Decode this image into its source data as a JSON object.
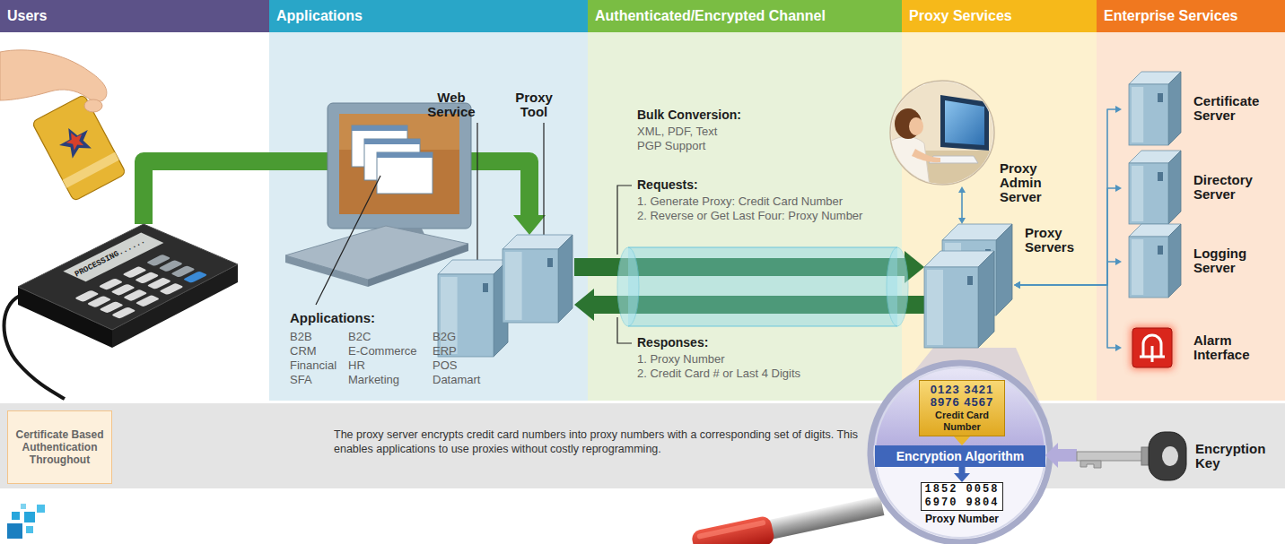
{
  "diagram": {
    "nodes": [
      {
        "text": [
          "Users"
        ]
      },
      {
        "text": [
          "PROCESSING......"
        ],
        "in": 0
      },
      {
        "text": [
          "Applications"
        ]
      },
      {
        "text": [
          "Web Service"
        ],
        "in": 2
      },
      {
        "text": [
          "Proxy Tool"
        ],
        "in": 2
      },
      {
        "text": [
          "Authenticated/Encrypted Channel"
        ]
      },
      {
        "text": [
          "Proxy Services"
        ]
      },
      {
        "text": [
          "Proxy Admin Server"
        ],
        "in": 6
      },
      {
        "text": [
          "Proxy Servers"
        ],
        "in": 6
      },
      {
        "text": [
          "Enterprise Services"
        ]
      },
      {
        "text": [
          "Certificate Server"
        ],
        "in": 9
      },
      {
        "text": [
          "Directory Server"
        ],
        "in": 9
      },
      {
        "text": [
          "Logging Server"
        ],
        "in": 9
      },
      {
        "text": [
          "Alarm Interface"
        ],
        "in": 9
      },
      {
        "text": [
          "The proxy server encrypts credit card numbers into proxy numbers with a corresponding set of digits. This enables applications to use proxies without costly reprogramming."
        ]
      },
      {
        "text": [
          "Certificate Based Authentication Throughout"
        ],
        "in": 14
      },
      {
        "text": [
          "0123 3421 8976 4567",
          "Credit Card Number"
        ]
      },
      {
        "text": [
          "Encryption Algorithm"
        ]
      },
      {
        "text": [
          "1852 0058 6970 9804",
          "Proxy Number"
        ]
      },
      {
        "text": [
          "Encryption Key"
        ]
      }
    ],
    "edges": [
      {
        "from": 1,
        "to": 4,
        "arrow": "to"
      },
      {
        "from": 4,
        "to": 8,
        "arrow": "to"
      },
      {
        "from": 8,
        "to": 4,
        "arrow": "to"
      },
      {
        "from": 7,
        "to": 8,
        "arrow": "both"
      },
      {
        "from": 8,
        "to": 10,
        "arrow": "both"
      },
      {
        "from": 8,
        "to": 11,
        "arrow": "both"
      },
      {
        "from": 8,
        "to": 12,
        "arrow": "both"
      },
      {
        "from": 8,
        "to": 13,
        "arrow": "both"
      },
      {
        "from": 16,
        "to": 17,
        "arrow": "to"
      },
      {
        "from": 17,
        "to": 18,
        "arrow": "to"
      },
      {
        "from": 19,
        "to": 17,
        "arrow": "to"
      }
    ],
    "labels": [
      "Applications:",
      "B2B",
      "B2C",
      "B2G",
      "CRM",
      "E-Commerce",
      "ERP",
      "Financial",
      "HR",
      "POS",
      "SFA",
      "Marketing",
      "Datamart",
      "Bulk Conversion:",
      "XML, PDF, Text",
      "PGP Support",
      "Requests:",
      "1. Generate Proxy: Credit Card Number",
      "2. Reverse or Get Last Four: Proxy Number",
      "Responses:",
      "1. Proxy Number",
      "2. Credit Card # or Last 4 Digits"
    ]
  }
}
